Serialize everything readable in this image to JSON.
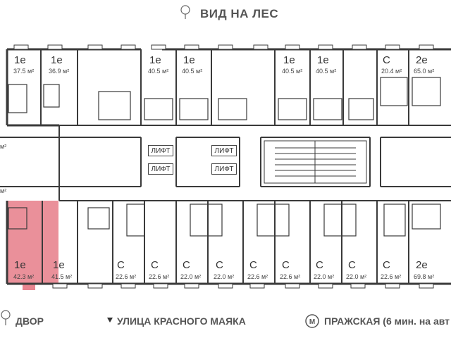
{
  "header": {
    "view_label": "ВИД НА ЛЕС",
    "icon": "tree-icon"
  },
  "footer": {
    "yard_label": "ДВОР",
    "yard_icon": "tree-icon",
    "street_label": "УЛИЦА КРАСНОГО МАЯКА",
    "street_icon": "triangle-down-icon",
    "metro_label": "ПРАЖСКАЯ (6 мин. на авт",
    "metro_icon": "metro-icon"
  },
  "lifts": [
    "ЛИФТ",
    "ЛИФТ",
    "ЛИФТ",
    "ЛИФТ"
  ],
  "side_units": [
    "м²",
    "м²"
  ],
  "top_apartments": [
    {
      "type": "1е",
      "area": "37.5 м²"
    },
    {
      "type": "1е",
      "area": "36.9 м²"
    },
    {
      "type": "1е",
      "area": "40.5 м²"
    },
    {
      "type": "1е",
      "area": "40.5 м²"
    },
    {
      "type": "1е",
      "area": "40.5 м²"
    },
    {
      "type": "1е",
      "area": "40.5 м²"
    },
    {
      "type": "С",
      "area": "20.4 м²"
    },
    {
      "type": "2е",
      "area": "65.0 м²"
    }
  ],
  "bottom_apartments": [
    {
      "type": "1е",
      "area": "42.3 м²",
      "highlighted": true
    },
    {
      "type": "1е",
      "area": "41.5 м²"
    },
    {
      "type": "С",
      "area": "22.6 м²"
    },
    {
      "type": "С",
      "area": "22.6 м²"
    },
    {
      "type": "С",
      "area": "22.0 м²"
    },
    {
      "type": "С",
      "area": "22.0 м²"
    },
    {
      "type": "С",
      "area": "22.6 м²"
    },
    {
      "type": "С",
      "area": "22.6 м²"
    },
    {
      "type": "С",
      "area": "22.0 м²"
    },
    {
      "type": "С",
      "area": "22.0 м²"
    },
    {
      "type": "С",
      "area": "22.6 м²"
    },
    {
      "type": "2е",
      "area": "69.8 м²"
    }
  ],
  "colors": {
    "highlight": "#e8848f",
    "wall": "#3a3a3a",
    "text": "#555555"
  }
}
